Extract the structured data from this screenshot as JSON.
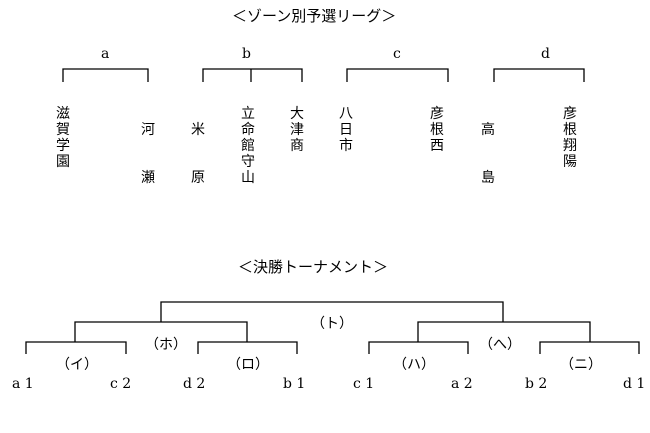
{
  "zone": {
    "title": "＜ゾーン別予選リーグ＞",
    "groups": [
      {
        "label": "a",
        "teams": [
          "滋賀学園",
          "河瀬"
        ]
      },
      {
        "label": "b",
        "teams": [
          "米原",
          "立命館守山",
          "大津商"
        ]
      },
      {
        "label": "c",
        "teams": [
          "八日市",
          "彦根西"
        ]
      },
      {
        "label": "d",
        "teams": [
          "高島",
          "彦根翔陽"
        ]
      }
    ]
  },
  "final": {
    "title": "＜決勝トーナメント＞",
    "match_labels": {
      "to": "（ト）",
      "ho": "（ホ）",
      "he": "（へ）",
      "i": "（イ）",
      "ro": "（ロ）",
      "ha": "（ハ）",
      "ni": "（ニ）"
    },
    "seeds": [
      "a 1",
      "c 2",
      "d 2",
      "b 1",
      "c 1",
      "a 2",
      "b 2",
      "d 1"
    ]
  }
}
